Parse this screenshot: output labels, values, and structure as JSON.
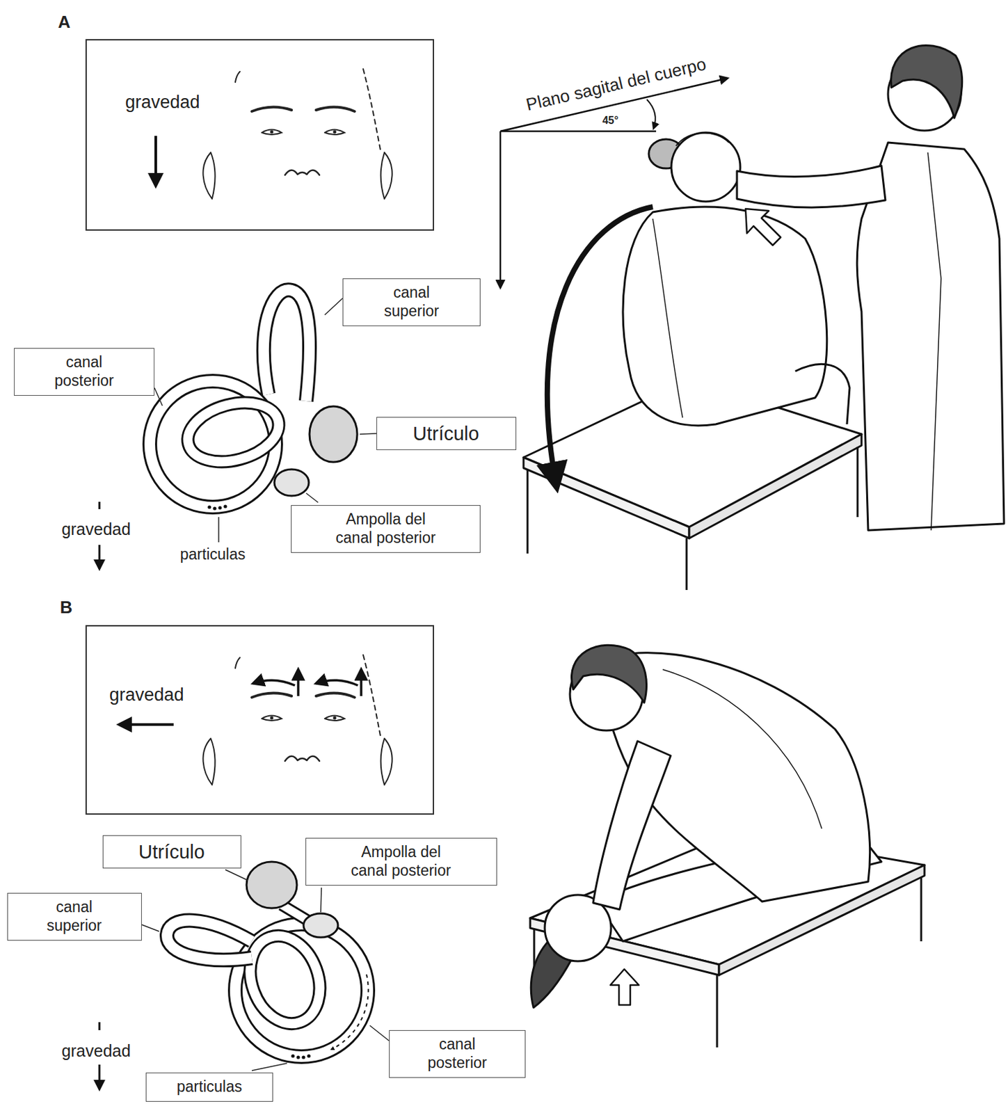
{
  "diagram": {
    "nodes": [
      {
        "text": [
          "gravedad"
        ]
      },
      {
        "text": [
          "canal superior"
        ]
      },
      {
        "text": [
          "canal posterior"
        ]
      },
      {
        "text": [
          "Utrículo"
        ]
      },
      {
        "text": [
          "Ampolla del canal posterior"
        ]
      },
      {
        "text": [
          "gravedad"
        ]
      },
      {
        "text": [
          "Utrículo"
        ]
      },
      {
        "text": [
          "Ampolla del canal posterior"
        ]
      },
      {
        "text": [
          "canal superior"
        ]
      },
      {
        "text": [
          "canal posterior"
        ]
      },
      {
        "text": [
          "particulas"
        ]
      }
    ],
    "labels": [
      "A",
      "Plano sagital del cuerpo",
      "45°",
      "gravedad",
      "particulas",
      "B",
      "gravedad"
    ]
  }
}
